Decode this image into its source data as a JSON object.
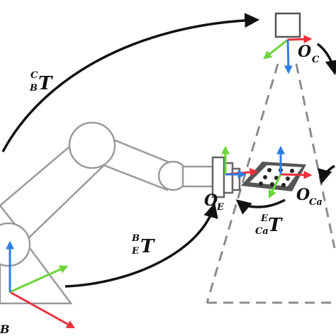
{
  "labels": {
    "camera_frame": {
      "main": "O",
      "sub": "C"
    },
    "end_effector_frame": {
      "main": "O",
      "sub": "E"
    },
    "calibration_frame": {
      "main": "O",
      "sub": "Ca"
    },
    "base_frame_partial": "B",
    "transform_camera_base": {
      "sup": "C",
      "sub": "B",
      "main": "T"
    },
    "transform_base_endeffector": {
      "sup": "B",
      "sub": "E",
      "main": "T"
    },
    "transform_endeffector_calibration": {
      "sup": "E",
      "sub": "Ca",
      "main": "T"
    }
  },
  "colors": {
    "axis_x": "#e8313c",
    "axis_y": "#6cd43a",
    "axis_z": "#2f7de1",
    "robot_stroke": "#9a9a9a",
    "arrow": "#111111",
    "dashed_frustum": "#8c8c8c"
  }
}
